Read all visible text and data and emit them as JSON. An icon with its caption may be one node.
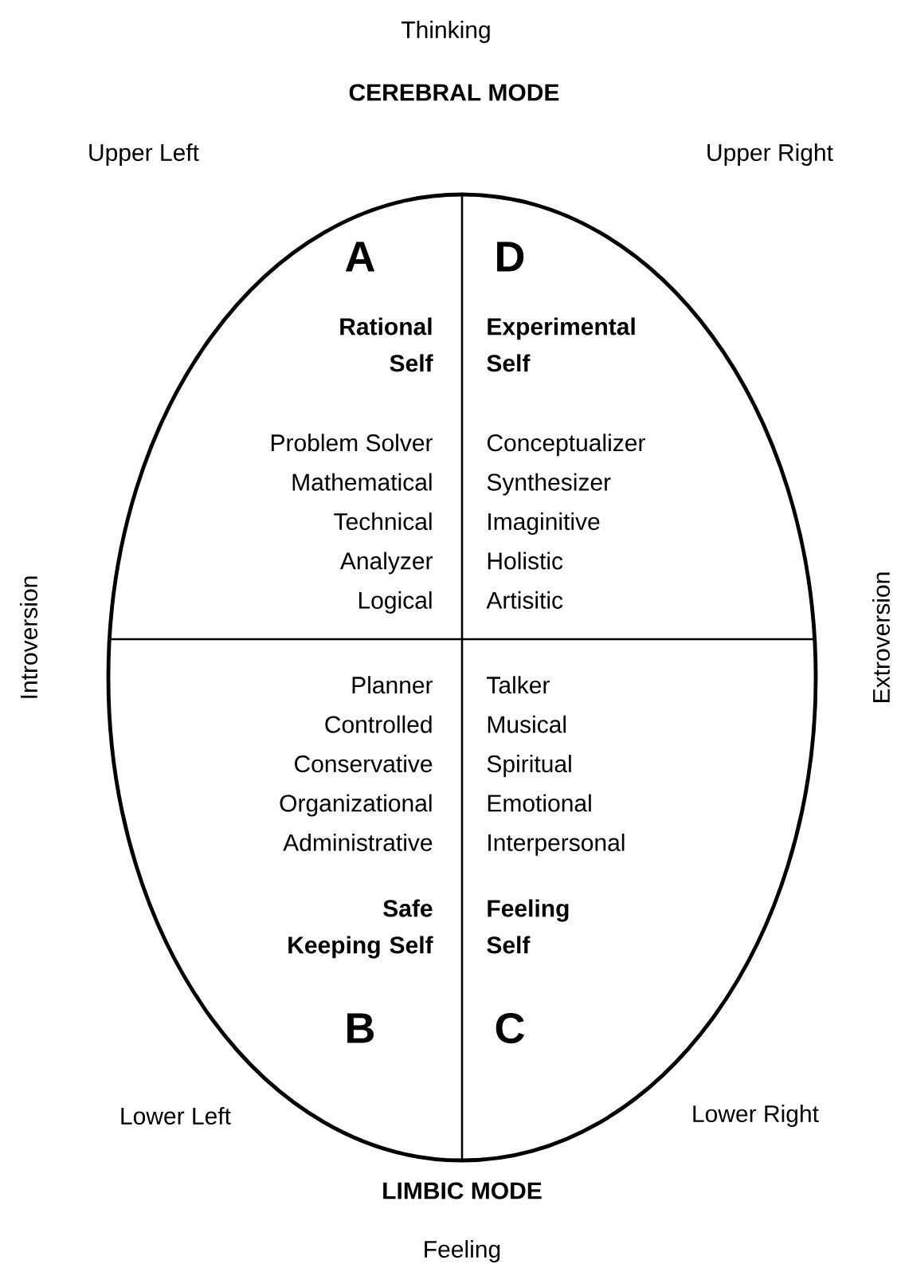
{
  "diagram": {
    "nodes": [
      {
        "text": [],
        "shape": "ellipse"
      },
      {
        "text": [
          "A",
          "Rational Self",
          "Problem Solver",
          "Mathematical",
          "Technical",
          "Analyzer",
          "Logical"
        ],
        "in": 0
      },
      {
        "text": [
          "D",
          "Experimental Self",
          "Conceptualizer",
          "Synthesizer",
          "Imaginitive",
          "Holistic",
          "Artisitic"
        ],
        "in": 0
      },
      {
        "text": [
          "Planner",
          "Controlled",
          "Conservative",
          "Organizational",
          "Administrative",
          "Safe Keeping Self",
          "B"
        ],
        "in": 0
      },
      {
        "text": [
          "Talker",
          "Musical",
          "Spiritual",
          "Emotional",
          "Interpersonal",
          "Feeling Self",
          "C"
        ],
        "in": 0
      }
    ],
    "edges": [],
    "labels": [
      "Thinking",
      "CEREBRAL MODE",
      "Upper Left",
      "Upper Right",
      "Introversion",
      "Extroversion",
      "Lower Left",
      "Lower Right",
      "LIMBIC MODE",
      "Feeling"
    ]
  }
}
